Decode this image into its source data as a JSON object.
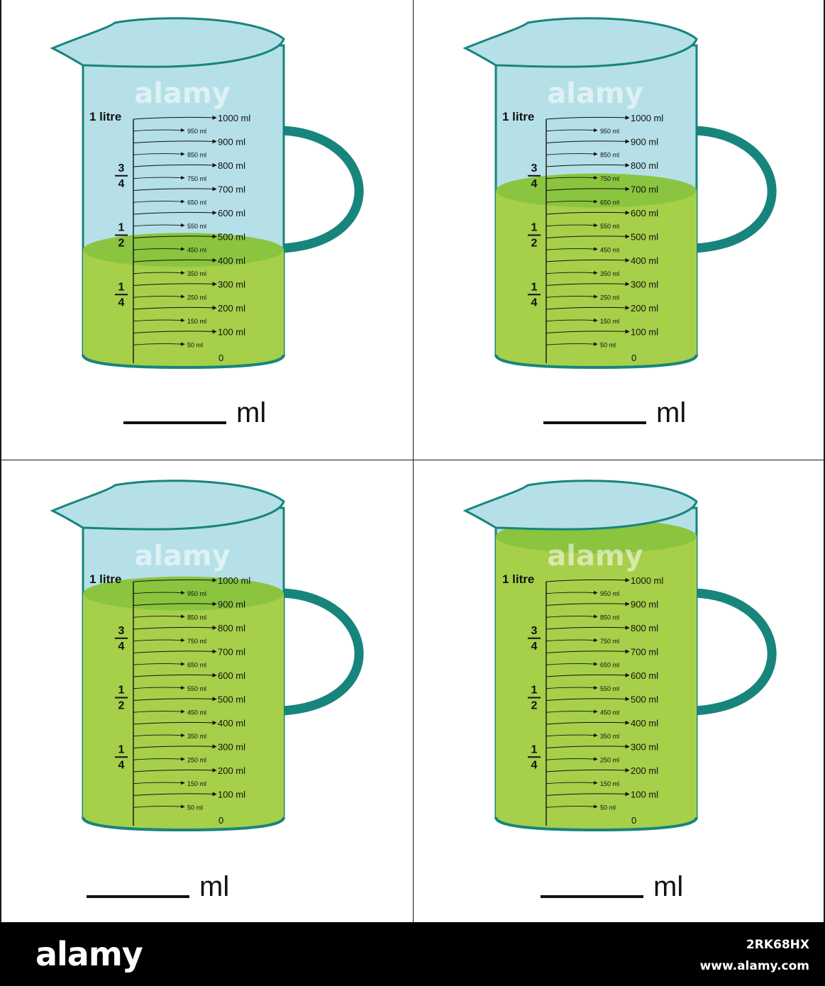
{
  "worksheet": {
    "answer_unit": "ml",
    "jugs": [
      {
        "fill_ml": 450
      },
      {
        "fill_ml": 700
      },
      {
        "fill_ml": 950
      },
      {
        "fill_ml": 1200
      }
    ]
  },
  "scale": {
    "litre_label": "1 litre",
    "major_labels": [
      "1000 ml",
      "900 ml",
      "800 ml",
      "700 ml",
      "600 ml",
      "500 ml",
      "400 ml",
      "300 ml",
      "200 ml",
      "100 ml"
    ],
    "minor_labels": [
      "950 ml",
      "850 ml",
      "750 ml",
      "650 ml",
      "550 ml",
      "450 ml",
      "350 ml",
      "250 ml",
      "150 ml",
      "50 ml"
    ],
    "zero_label": "0",
    "fractions": [
      {
        "num": "3",
        "den": "4"
      },
      {
        "num": "1",
        "den": "2"
      },
      {
        "num": "1",
        "den": "4"
      }
    ]
  },
  "colors": {
    "glass": "#b5e0e8",
    "rim_stroke": "#17857c",
    "liquid": "#a6cf4a",
    "liquid_surface": "#8bc43f",
    "handle": "#17857c"
  },
  "watermark": "alamy",
  "footer": {
    "logo": "alamy",
    "image_id": "2RK68HX",
    "url": "www.alamy.com"
  }
}
